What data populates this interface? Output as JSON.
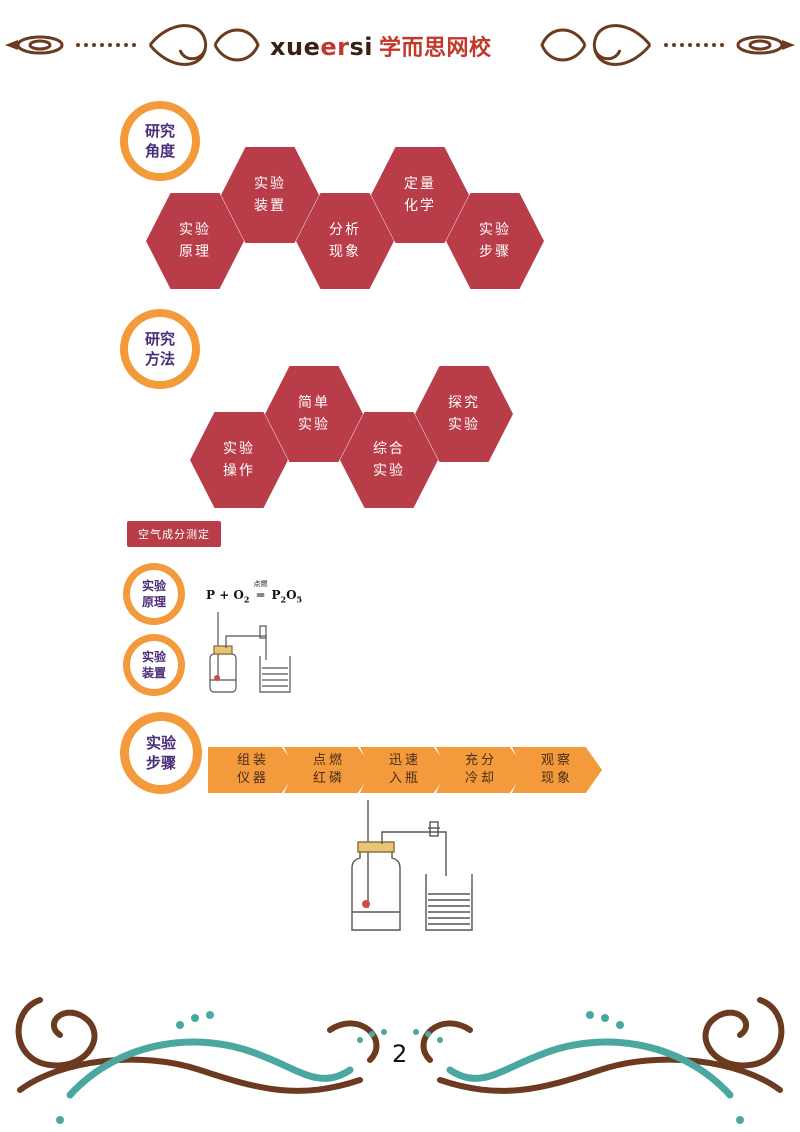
{
  "header": {
    "brand_latin_a": "xue",
    "brand_latin_b": "er",
    "brand_latin_c": "si",
    "brand_cn": "学而思网校"
  },
  "section1": {
    "badge": [
      "研究",
      "角度"
    ],
    "hexes": [
      {
        "l1": "实验",
        "l2": "原理"
      },
      {
        "l1": "实验",
        "l2": "装置"
      },
      {
        "l1": "分析",
        "l2": "现象"
      },
      {
        "l1": "定量",
        "l2": "化学"
      },
      {
        "l1": "实验",
        "l2": "步骤"
      }
    ]
  },
  "section2": {
    "badge": [
      "研究",
      "方法"
    ],
    "hexes": [
      {
        "l1": "实验",
        "l2": "操作"
      },
      {
        "l1": "简单",
        "l2": "实验"
      },
      {
        "l1": "综合",
        "l2": "实验"
      },
      {
        "l1": "探究",
        "l2": "实验"
      }
    ]
  },
  "section3": {
    "tag": "空气成分测定",
    "badge_principle": [
      "实验",
      "原理"
    ],
    "badge_apparatus": [
      "实验",
      "装置"
    ],
    "badge_steps": [
      "实验",
      "步骤"
    ],
    "formula": {
      "left": "P + O",
      "sub1": "2",
      "cond": "点燃",
      "right": "P",
      "sub2": "2",
      "o": "O",
      "sub3": "5"
    },
    "steps": [
      {
        "l1": "组装",
        "l2": "仪器"
      },
      {
        "l1": "点燃",
        "l2": "红磷"
      },
      {
        "l1": "迅速",
        "l2": "入瓶"
      },
      {
        "l1": "充分",
        "l2": "冷却"
      },
      {
        "l1": "观察",
        "l2": "现象"
      }
    ]
  },
  "page_number": "2",
  "colors": {
    "hex": "#b83d48",
    "orange": "#f39a3c",
    "purple_text": "#4a2d7a",
    "brown": "#6b3a1f",
    "teal": "#4aa8a0"
  }
}
